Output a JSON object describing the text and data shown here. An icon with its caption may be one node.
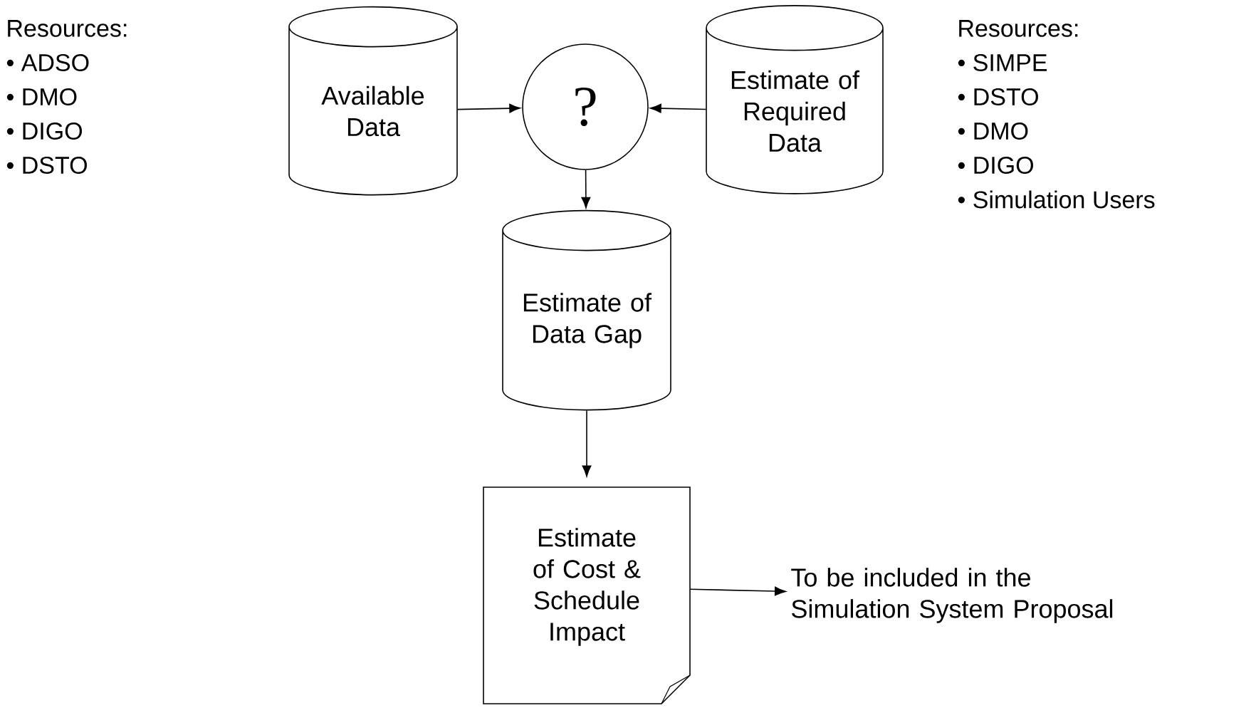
{
  "diagram": {
    "nodes": [
      {
        "text": [
          "Available Data"
        ]
      },
      {
        "text": [
          "?"
        ]
      },
      {
        "text": [
          "Estimate of Required Data"
        ]
      },
      {
        "text": [
          "Estimate of Data Gap"
        ]
      },
      {
        "text": [
          "Estimate of Cost & Schedule Impact"
        ]
      },
      {
        "text": [
          "To be included in the Simulation System Proposal"
        ]
      }
    ],
    "edges": [
      {
        "from": 0,
        "to": 1,
        "arrow": "to"
      },
      {
        "from": 2,
        "to": 1,
        "arrow": "to"
      },
      {
        "from": 1,
        "to": 3,
        "arrow": "to"
      },
      {
        "from": 3,
        "to": 4,
        "arrow": "to"
      },
      {
        "from": 4,
        "to": 5,
        "arrow": "to"
      }
    ],
    "labels": [
      "Resources:",
      "• ADSO",
      "• DMO",
      "• DIGO",
      "• DSTO",
      "Resources:",
      "• SIMPE",
      "• DSTO",
      "• DMO",
      "• DIGO",
      "• Simulation Users"
    ]
  }
}
